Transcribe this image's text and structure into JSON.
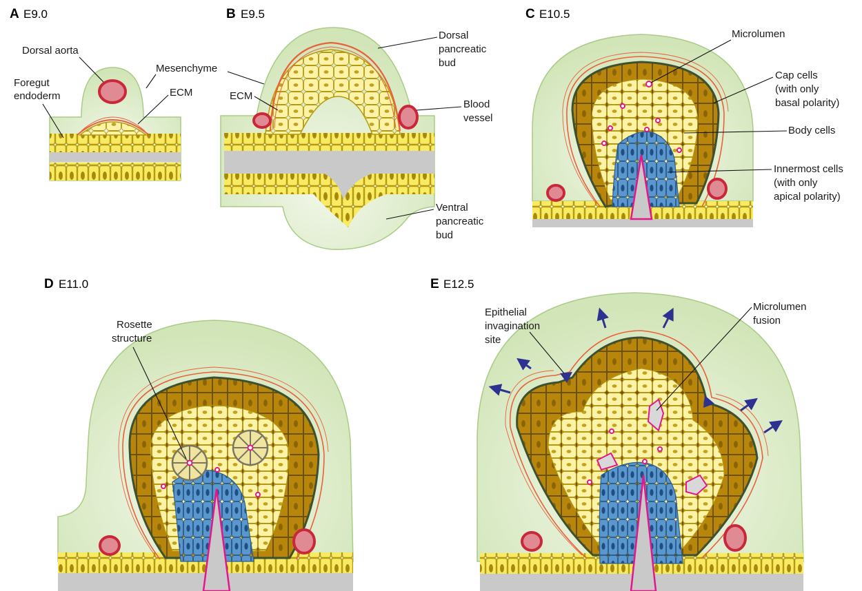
{
  "panels": {
    "A": {
      "letter": "A",
      "stage": "E9.0"
    },
    "B": {
      "letter": "B",
      "stage": "E9.5"
    },
    "C": {
      "letter": "C",
      "stage": "E10.5"
    },
    "D": {
      "letter": "D",
      "stage": "E11.0"
    },
    "E": {
      "letter": "E",
      "stage": "E12.5"
    }
  },
  "labels": {
    "dorsal_aorta": "Dorsal aorta",
    "foregut_endoderm": [
      "Foregut",
      "endoderm"
    ],
    "mesenchyme": "Mesenchyme",
    "ecm": "ECM",
    "dorsal_pancreatic_bud": [
      "Dorsal",
      "pancreatic",
      "bud"
    ],
    "blood_vessel": [
      "Blood",
      "vessel"
    ],
    "ventral_pancreatic_bud": [
      "Ventral",
      "pancreatic",
      "bud"
    ],
    "microlumen": "Microlumen",
    "cap_cells": [
      "Cap cells",
      "(with only",
      "basal polarity)"
    ],
    "body_cells": "Body cells",
    "innermost_cells": [
      "Innermost cells",
      "(with only",
      "apical polarity)"
    ],
    "rosette_structure": [
      "Rosette",
      "structure"
    ],
    "epithelial_invagination_site": [
      "Epithelial",
      "invagination",
      "site"
    ],
    "microlumen_fusion": [
      "Microlumen",
      "fusion"
    ]
  },
  "colors": {
    "mesenchyme": "#d8e9c1",
    "mesenchyme_edge": "#a9cc86",
    "endoderm": "#f8eb63",
    "endoderm_edge": "#b59a10",
    "body_cell": "#fdf3a8",
    "cap_cell": "#b8860b",
    "cap_edge": "#3d5030",
    "innermost_cell": "#5b97cf",
    "lumen": "#c9c9c9",
    "apical_membrane": "#e3178a",
    "ecm": "#e7613a",
    "blood_vessel": "#c8283a",
    "blood_fill": "#e08a94",
    "arrow": "#2e3190"
  }
}
